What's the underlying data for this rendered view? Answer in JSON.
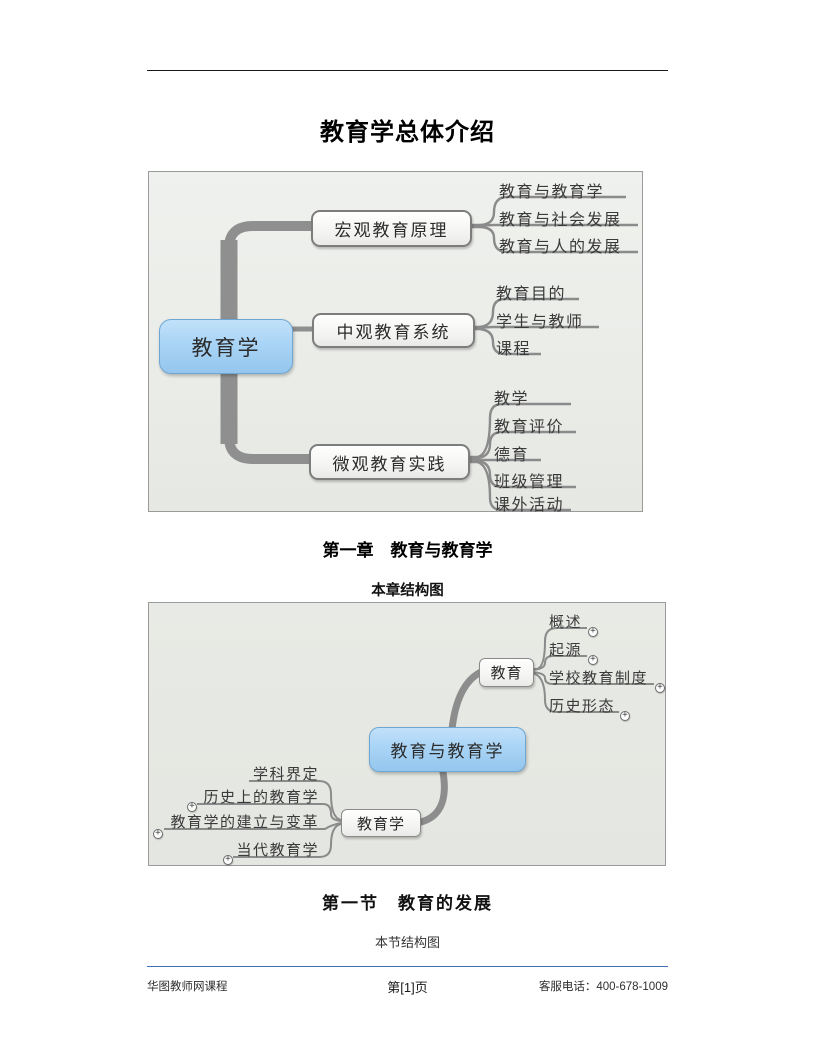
{
  "page": {
    "title": "教育学总体介绍",
    "chapter": {
      "heading": "第一章　教育与教育学",
      "subheading": "本章结构图"
    },
    "section": {
      "heading": "第一节　教育的发展",
      "subheading": "本节结构图"
    },
    "footer": {
      "left": "华图教师网课程",
      "page_number": "第[1]页",
      "right": "客服电话：400-678-1009"
    }
  },
  "glyphs": {
    "plus": "+"
  },
  "colors": {
    "node_blue": "#a9d4f5",
    "node_blue_border": "#6fa7d4",
    "branch_gray": "#8b8b8b",
    "footer_rule_blue": "#3f6fb5",
    "map1_background": "#eceeea",
    "map2_background": "#e5e7e2"
  },
  "map1": {
    "root": "教育学",
    "branches": [
      {
        "label": "宏观教育原理",
        "leaves": [
          "教育与教育学",
          "教育与社会发展",
          "教育与人的发展"
        ]
      },
      {
        "label": "中观教育系统",
        "leaves": [
          "教育目的",
          "学生与教师",
          "课程"
        ]
      },
      {
        "label": "微观教育实践",
        "leaves": [
          "教学",
          "教育评价",
          "德育",
          "班级管理",
          "课外活动"
        ]
      }
    ]
  },
  "map2": {
    "center": "教育与教育学",
    "branches": [
      {
        "label": "教育",
        "leaves": [
          "概述",
          "起源",
          "学校教育制度",
          "历史形态"
        ]
      },
      {
        "label": "教育学",
        "leaves": [
          "学科界定",
          "历史上的教育学",
          "教育学的建立与变革",
          "当代教育学"
        ]
      }
    ]
  }
}
